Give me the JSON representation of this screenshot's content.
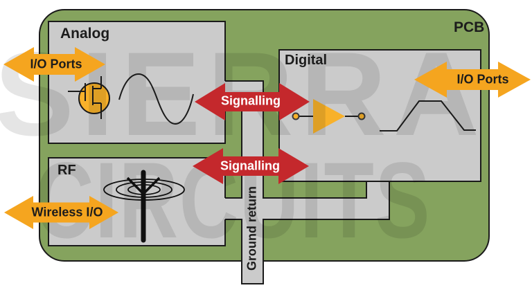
{
  "board": {
    "label": "PCB"
  },
  "blocks": {
    "analog": {
      "label": "Analog"
    },
    "digital": {
      "label": "Digital"
    },
    "rf": {
      "label": "RF"
    }
  },
  "arrows": {
    "io_ports_left": {
      "label": "I/O Ports"
    },
    "io_ports_right": {
      "label": "I/O Ports"
    },
    "wireless_io": {
      "label": "Wireless I/O"
    },
    "signalling_top": {
      "label": "Signalling"
    },
    "signalling_bottom": {
      "label": "Signalling"
    }
  },
  "channel": {
    "ground_return_label": "Ground return"
  },
  "watermark": {
    "line1": "SIERRA",
    "line2": "CIRCUITS"
  },
  "colors": {
    "pcb-green": "#85A35E",
    "block-gray": "#CBCBCB",
    "arrow-yellow": "#F5A51F",
    "arrow-red": "#C4282C",
    "component-yellow": "#F8B12A"
  }
}
